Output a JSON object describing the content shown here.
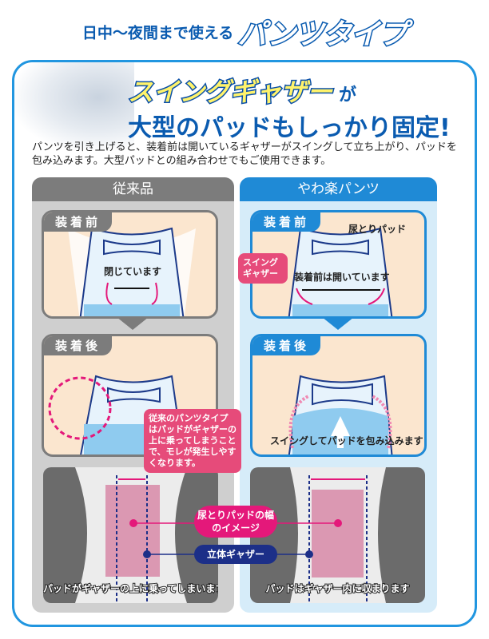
{
  "header": {
    "lead": "日中～夜間まで使える",
    "title": "パンツタイプ"
  },
  "headline": {
    "swing": "スイングギャザー",
    "particle": "が",
    "line2": "大型のパッドもしっかり固定!"
  },
  "description": "パンツを引き上げると、装着前は開いているギャザーがスイングして立ち上がり、パッドを包み込みます。大型パッドとの組み合わせでもご使用できます。",
  "columns": {
    "conventional": {
      "title": "従来品",
      "before_tag": "装着前",
      "before_text": "閉じています",
      "after_tag": "装着後",
      "callout": "従来のパンツタイプはパッドがギャザーの上に乗ってしまうことで、モレが発生しやすくなります。",
      "photo_caption": "パッドがギャザーの上に乗ってしまいます"
    },
    "yawaraku": {
      "title": "やわ楽パンツ",
      "before_tag": "装着前",
      "pad_label": "尿とりパッド",
      "swing_label": "スイングギャザー",
      "before_text": "装着前は開いています",
      "after_tag": "装着後",
      "after_text": "スイングしてパッドを包み込みます",
      "photo_caption": "パッドはギャザー内に収まります"
    }
  },
  "legend": {
    "pad_width": "尿とりパッドの幅のイメージ",
    "gather": "立体ギャザー"
  },
  "colors": {
    "brand_blue": "#1f8ad6",
    "navy": "#0a5bb0",
    "pink": "#e4187a",
    "gray": "#7c7c7c"
  }
}
